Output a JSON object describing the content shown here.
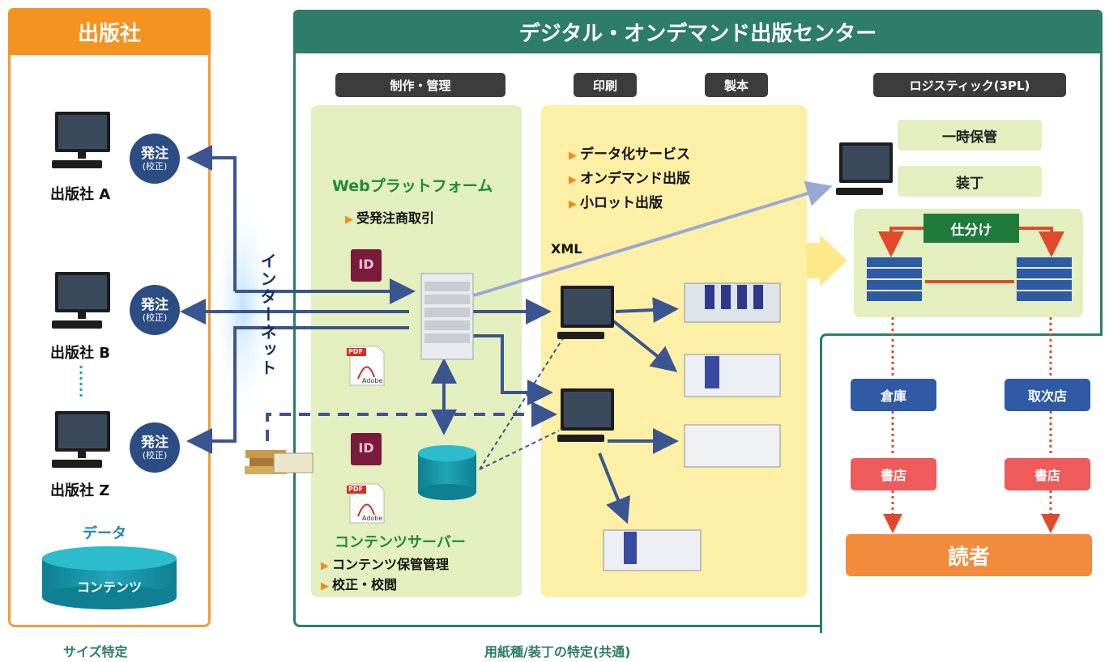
{
  "publisher": {
    "header": "出版社",
    "clients": [
      "出版社 A",
      "出版社 B",
      "出版社 Z"
    ],
    "order_main": "発注",
    "order_sub": "(校正)",
    "data_label": "データ",
    "content_label": "コンテンツ"
  },
  "center": {
    "header": "デジタル・オンデマンド出版センター",
    "pills": {
      "production": "制作・管理",
      "print": "印刷",
      "binding": "製本",
      "logistics": "ロジスティック(3PL)"
    },
    "web_platform": "Webプラットフォーム",
    "web_bullets": [
      "受発注商取引"
    ],
    "print_bullets": [
      "データ化サービス",
      "オンデマンド出版",
      "小ロット出版"
    ],
    "xml": "XML",
    "internet": "インターネット",
    "content_server": "コンテンツサーバー",
    "server_bullets": [
      "コンテンツ保管管理",
      "校正・校閲"
    ],
    "icon_id": "ID",
    "pdf_label": "PDF",
    "adobe_label": "Adobe"
  },
  "logistics": {
    "temporary_storage": "一時保管",
    "binding": "装丁",
    "sorting": "仕分け",
    "warehouse": "倉庫",
    "distributor": "取次店",
    "bookstore": "書店",
    "reader": "読者"
  },
  "footer": {
    "left": "サイズ特定",
    "center": "用紙種/装丁の特定(共通)"
  },
  "colors": {
    "orange": "#f4931f",
    "teal": "#2e7d68",
    "navy": "#2b4d84",
    "arrow": "#3a5590"
  }
}
